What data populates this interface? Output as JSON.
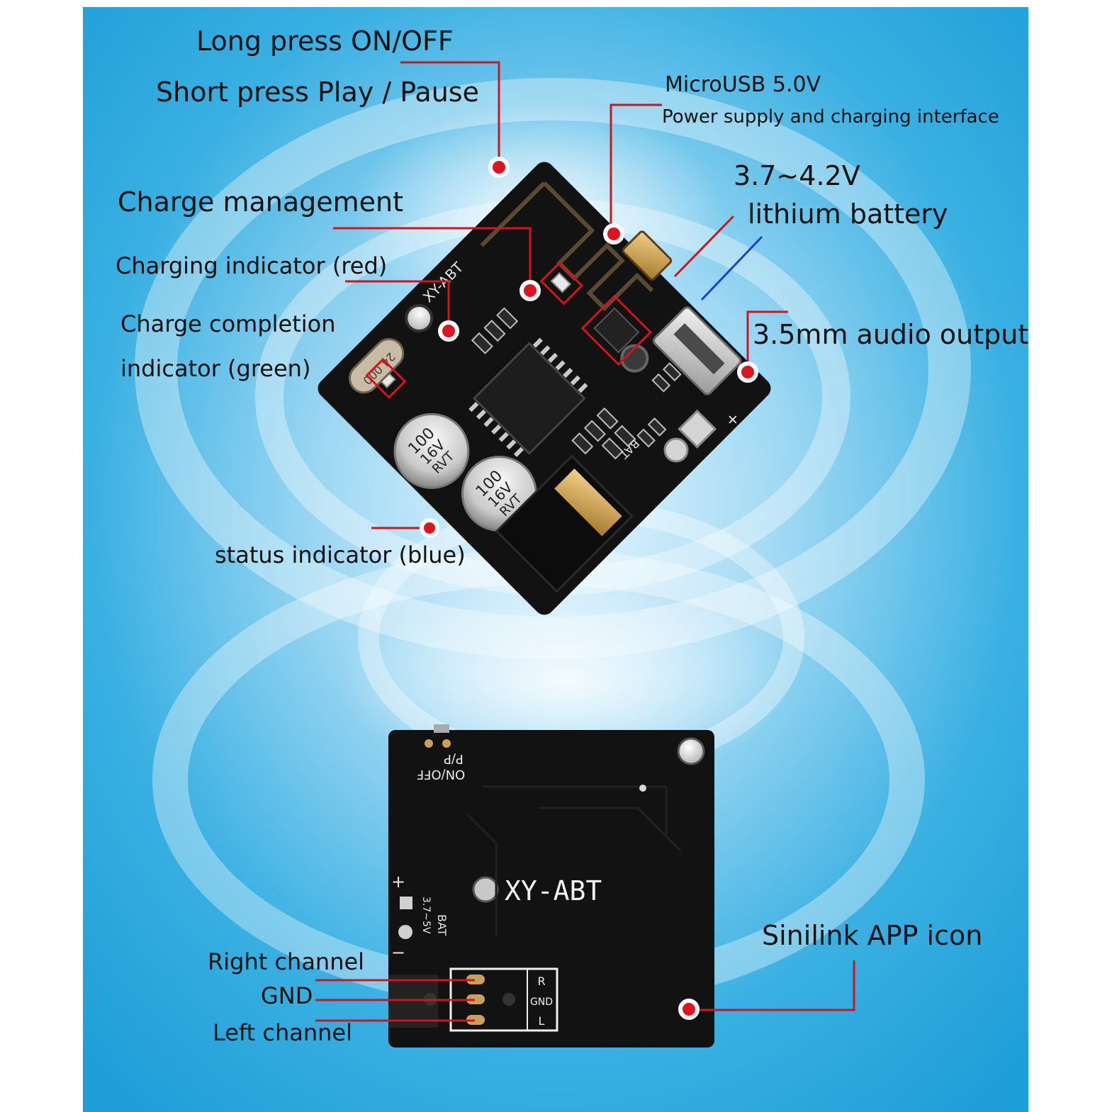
{
  "colors": {
    "background_sky": "#29a6dc",
    "background_glow": "#eaf7ff",
    "pcb": "#121212",
    "callout_line": "#d2141e",
    "callout_dot": "#e0141e",
    "battery_wire_blue": "#1b3fd6"
  },
  "labels": {
    "long_press": "Long press  ON/OFF",
    "short_press": "Short press  Play / Pause",
    "micro_usb": "MicroUSB  5.0V",
    "power_supply": "Power supply and charging interface",
    "battery_voltage": "3.7~4.2V",
    "lithium_battery": "lithium battery",
    "charge_management": "Charge management",
    "charging_indicator": "Charging indicator (red)",
    "charge_completion_1": "Charge completion",
    "charge_completion_2": "indicator (green)",
    "audio_output": "3.5mm audio output",
    "status_indicator": "status indicator (blue)",
    "sinilink_app": "Sinilink  APP icon",
    "right_channel": "Right channel",
    "gnd": "GND",
    "left_channel": "Left channel"
  },
  "board_silkscreen": {
    "model": "XY-ABT",
    "bat": "BAT",
    "bat_voltage": "3.7~5V",
    "on_off": "ON/OFF",
    "play_pause": "P/P",
    "plus": "+",
    "minus": "−",
    "r": "R",
    "gnd": "GND",
    "l": "L",
    "crystal": "24.000",
    "cap_value": "100",
    "cap_voltage": "16V",
    "cap_brand": "RVT"
  },
  "icons": {
    "callout": "red-dot-icon",
    "mount_hole": "mounting-hole-icon"
  }
}
